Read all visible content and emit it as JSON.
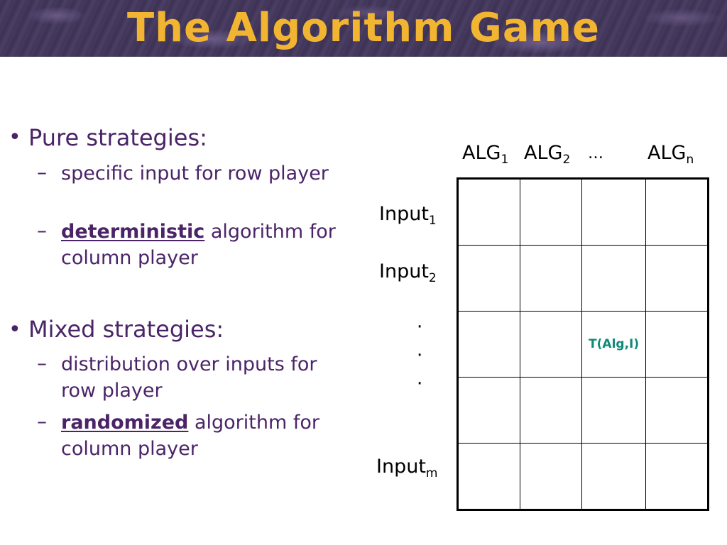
{
  "slide": {
    "title": "The Algorithm Game"
  },
  "left": {
    "sections": [
      {
        "bullet": "•",
        "heading": "Pure strategies:",
        "items": [
          {
            "dash": "–",
            "bold": "",
            "text": "specific input for row player"
          },
          {
            "dash": "–",
            "bold": "deterministic",
            "text": " algorithm for column player"
          }
        ]
      },
      {
        "bullet": "•",
        "heading": "Mixed strategies:",
        "items": [
          {
            "dash": "–",
            "bold": "",
            "text": "distribution over inputs for row player"
          },
          {
            "dash": "–",
            "bold": "randomized",
            "text": " algorithm for column player"
          }
        ]
      }
    ]
  },
  "matrix": {
    "columns": [
      {
        "base": "ALG",
        "sub": "1"
      },
      {
        "base": "ALG",
        "sub": "2"
      },
      {
        "base": "…",
        "sub": ""
      },
      {
        "base": "ALG",
        "sub": "n"
      }
    ],
    "rows": [
      {
        "base": "Input",
        "sub": "1"
      },
      {
        "base": "Input",
        "sub": "2"
      },
      {
        "base": "Input",
        "sub": "m"
      }
    ],
    "dots": [
      "·",
      "·",
      "·"
    ],
    "cell_label": "T(Alg,I)",
    "label_color": "#0e8a7a"
  },
  "colors": {
    "title_text": "#f2b531",
    "body_text": "#4b2468",
    "title_bar": "#443859"
  }
}
